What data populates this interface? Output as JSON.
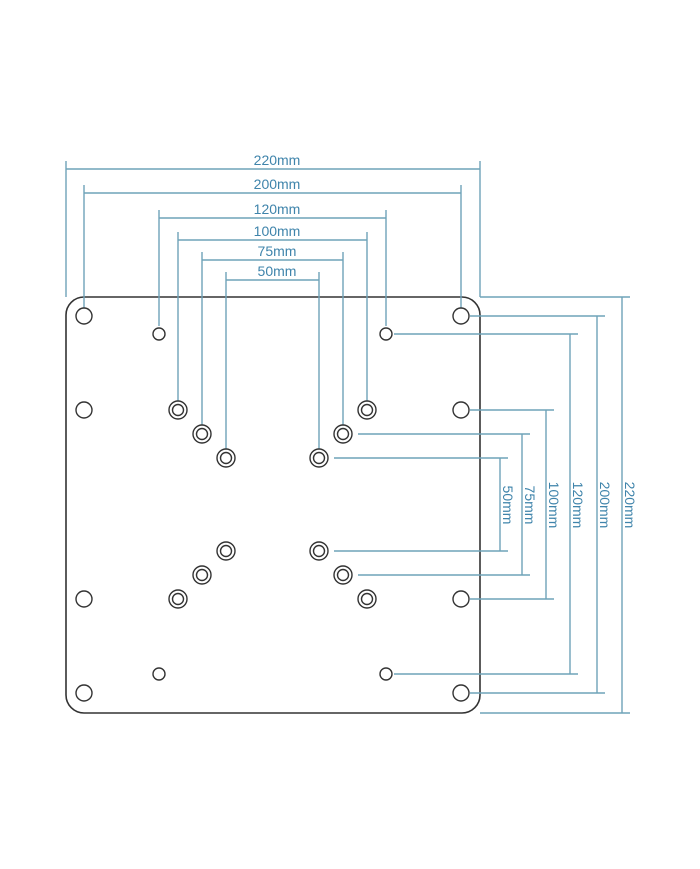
{
  "colors": {
    "dimension": "#6fa3b8",
    "dimension_text": "#3f84ab",
    "plate": "#333333"
  },
  "horizontal_dimensions": [
    {
      "label": "220mm"
    },
    {
      "label": "200mm"
    },
    {
      "label": "120mm"
    },
    {
      "label": "100mm"
    },
    {
      "label": "75mm"
    },
    {
      "label": "50mm"
    }
  ],
  "vertical_dimensions": [
    {
      "label": "220mm"
    },
    {
      "label": "200mm"
    },
    {
      "label": "120mm"
    },
    {
      "label": "100mm"
    },
    {
      "label": "75mm"
    },
    {
      "label": "50mm"
    }
  ]
}
